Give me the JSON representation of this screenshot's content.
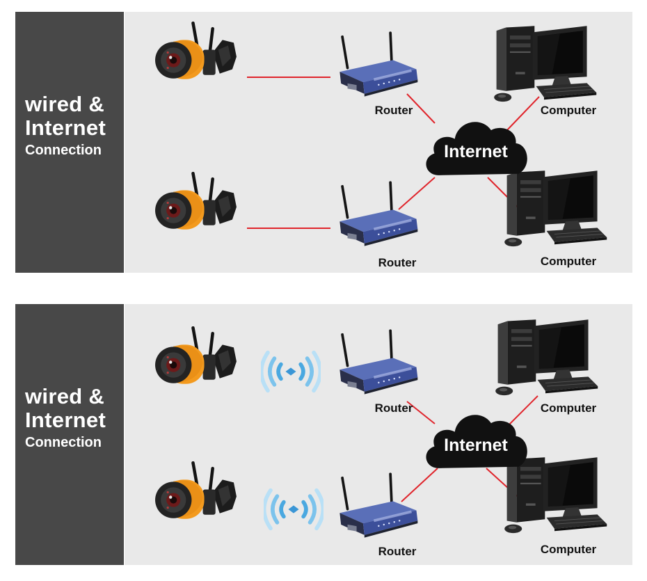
{
  "panels": [
    {
      "side": {
        "line1": "wired &",
        "line2": "Internet",
        "line3": "Connection"
      },
      "link_type": "wired",
      "cloud_label": "Internet",
      "router_top_label": "Router",
      "router_bottom_label": "Router",
      "computer_top_label": "Computer",
      "computer_bottom_label": "Computer"
    },
    {
      "side": {
        "line1": "wired &",
        "line2": "Internet",
        "line3": "Connection"
      },
      "link_type": "wireless",
      "cloud_label": "Internet",
      "router_top_label": "Router",
      "router_bottom_label": "Router",
      "computer_top_label": "Computer",
      "computer_bottom_label": "Computer"
    }
  ],
  "colors": {
    "sidebar": "#484848",
    "background": "#e9e9e9",
    "link_line": "#e0242b",
    "camera_ring": "#f39a1e",
    "router_body": "#3c4f9a",
    "wifi_signal": "#4aa8e0",
    "cloud": "#111111"
  },
  "icons": [
    "camera-icon",
    "router-icon",
    "computer-icon",
    "cloud-icon",
    "wifi-signal-icon"
  ]
}
